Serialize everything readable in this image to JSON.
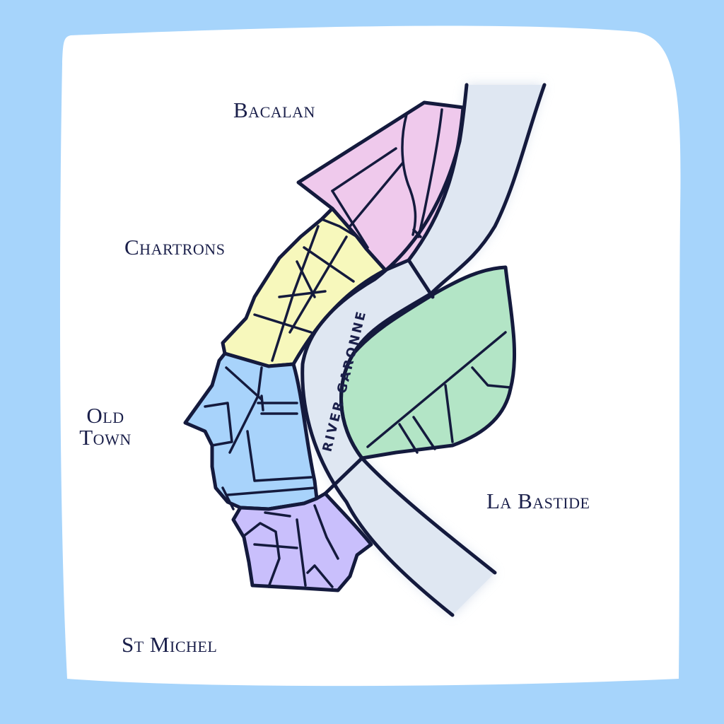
{
  "map": {
    "background_color": "#a6d4fb",
    "paper_color": "#ffffff",
    "outline_color": "#141a3d",
    "river_color": "#dfe7f2"
  },
  "districts": [
    {
      "name": "Bacalan",
      "color": "#efc9ec"
    },
    {
      "name": "Chartrons",
      "color": "#f7f8bc"
    },
    {
      "name": "Old Town",
      "color": "#a8d3fb"
    },
    {
      "name": "St Michel",
      "color": "#c9bffc"
    },
    {
      "name": "La Bastide",
      "color": "#b3e5c6"
    }
  ],
  "labels": {
    "bacalan": "Bacalan",
    "chartrons": "Chartrons",
    "old_town_line1": "Old",
    "old_town_line2": "Town",
    "la_bastide": "La Bastide",
    "st_michel": "St Michel",
    "river": "RIVER GARONNE"
  }
}
